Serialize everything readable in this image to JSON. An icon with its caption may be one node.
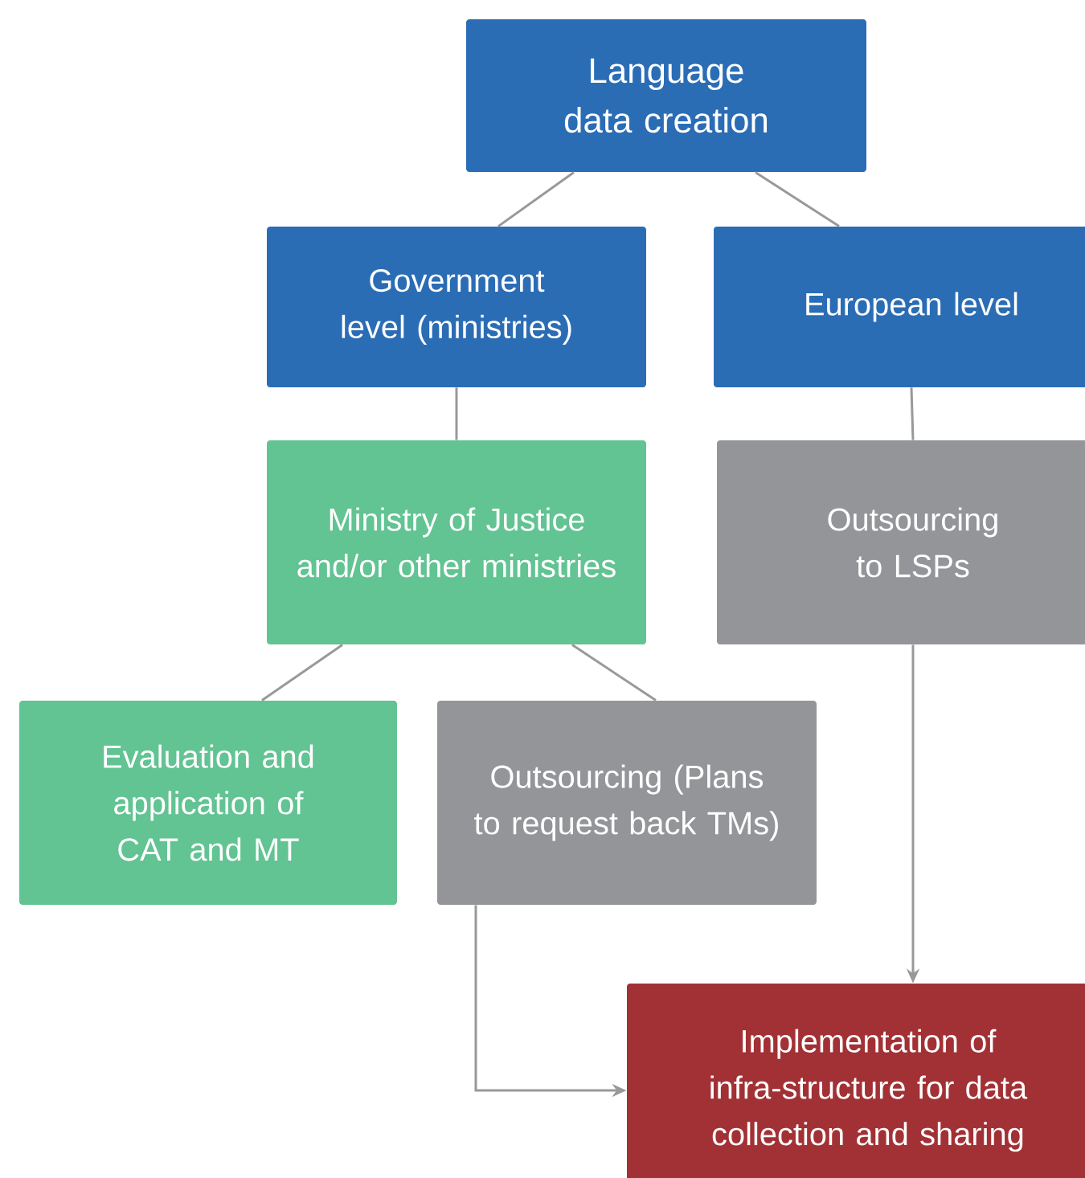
{
  "diagram": {
    "nodes": [
      {
        "text": [
          "Language data creation"
        ]
      },
      {
        "text": [
          "Government level (ministries)"
        ]
      },
      {
        "text": [
          "European level"
        ]
      },
      {
        "text": [
          "Ministry of Justice and/or other ministries"
        ]
      },
      {
        "text": [
          "Outsourcing to LSPs"
        ]
      },
      {
        "text": [
          "Evaluation and application of CAT and MT"
        ]
      },
      {
        "text": [
          "Outsourcing (Plans to request back TMs)"
        ]
      },
      {
        "text": [
          "Implementation of infra-structure for data collection and sharing"
        ]
      }
    ],
    "edges": [
      {
        "from": 0,
        "to": 1,
        "arrow": "none"
      },
      {
        "from": 0,
        "to": 2,
        "arrow": "none"
      },
      {
        "from": 1,
        "to": 3,
        "arrow": "none"
      },
      {
        "from": 2,
        "to": 4,
        "arrow": "none"
      },
      {
        "from": 3,
        "to": 5,
        "arrow": "none"
      },
      {
        "from": 3,
        "to": 6,
        "arrow": "none"
      },
      {
        "from": 4,
        "to": 7,
        "arrow": "to"
      },
      {
        "from": 6,
        "to": 7,
        "arrow": "to"
      }
    ]
  }
}
